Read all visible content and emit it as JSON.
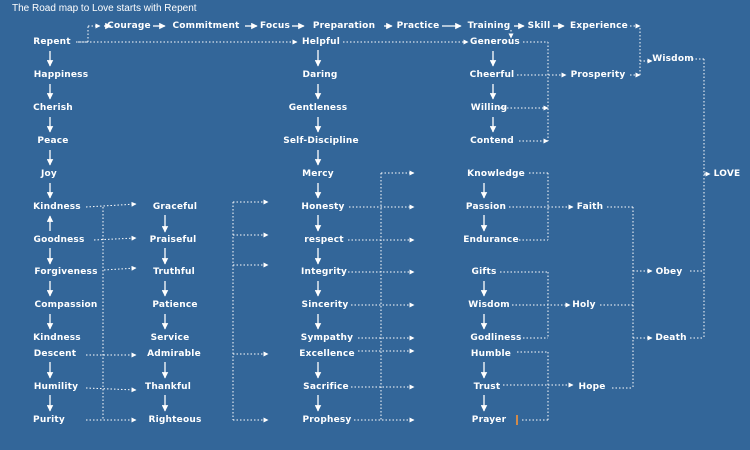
{
  "title": "The Road map to Love starts with Repent",
  "colors": {
    "background": "#336699",
    "text": "#ffffff",
    "connector": "#ffffff",
    "marker": "#d18a4a"
  },
  "nodes": {
    "repent": "Repent",
    "courage": "Courage",
    "commitment": "Commitment",
    "focus": "Focus",
    "preparation": "Preparation",
    "practice": "Practice",
    "training": "Training",
    "skill": "Skill",
    "experience": "Experience",
    "happiness": "Happiness",
    "cherish": "Cherish",
    "peace": "Peace",
    "joy": "Joy",
    "kindness": "Kindness",
    "goodness": "Goodness",
    "forgiveness": "Forgiveness",
    "compassion": "Compassion",
    "kindness2": "Kindness",
    "descent": "Descent",
    "humility": "Humility",
    "purity": "Purity",
    "graceful": "Graceful",
    "praiseful": "Praiseful",
    "truthful": "Truthful",
    "patience": "Patience",
    "service": "Service",
    "admirable": "Admirable",
    "thankful": "Thankful",
    "righteous": "Righteous",
    "helpful": "Helpful",
    "daring": "Daring",
    "gentleness": "Gentleness",
    "self_discipline": "Self-Discipline",
    "mercy": "Mercy",
    "honesty": "Honesty",
    "respect": "respect",
    "integrity": "Integrity",
    "sincerity": "Sincerity",
    "sympathy": "Sympathy",
    "excellence": "Excellence",
    "sacrifice": "Sacrifice",
    "prophesy": "Prophesy",
    "generous": "Generous",
    "cheerful": "Cheerful",
    "willing": "Willing",
    "contend": "Contend",
    "knowledge": "Knowledge",
    "passion": "Passion",
    "endurance": "Endurance",
    "gifts": "Gifts",
    "wisdom_small": "Wisdom",
    "godliness": "Godliness",
    "humble": "Humble",
    "trust": "Trust",
    "prayer": "Prayer",
    "prosperity": "Prosperity",
    "faith": "Faith",
    "holy": "Holy",
    "hope": "Hope",
    "wisdom": "Wisdom",
    "obey": "Obey",
    "death": "Death",
    "love": "LOVE"
  }
}
